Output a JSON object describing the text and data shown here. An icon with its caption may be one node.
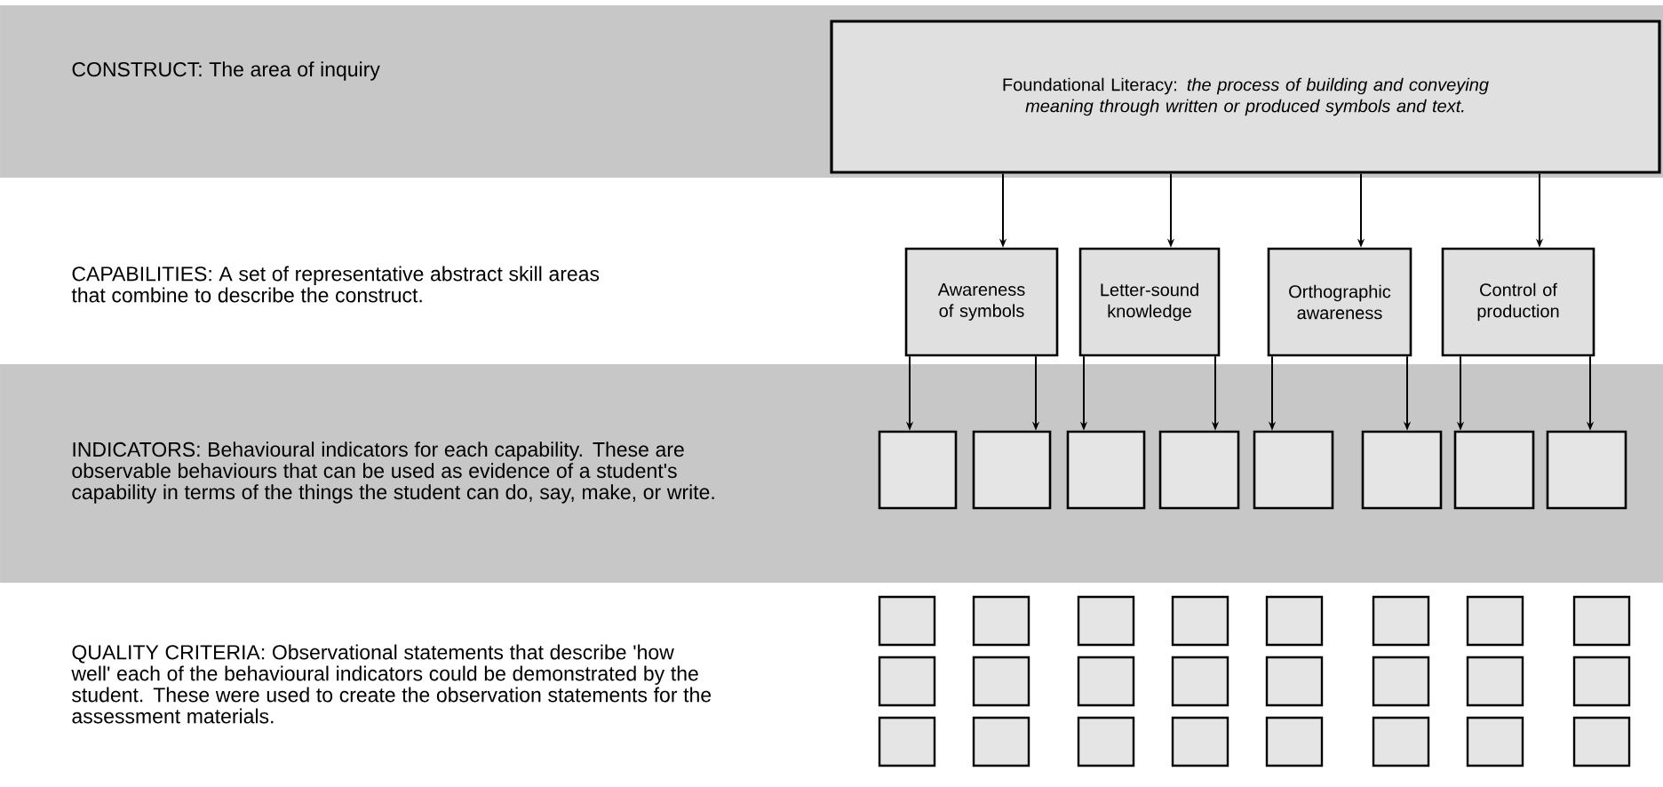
{
  "diagram": {
    "nodes": [
      {
        "text": [
          "Foundational Literacy: *the process of building and conveying meaning through written or produced symbols and text.*"
        ]
      },
      {
        "text": [
          "Awareness of symbols"
        ]
      },
      {
        "text": [
          "Letter-sound knowledge"
        ]
      },
      {
        "text": [
          "Orthographic awareness"
        ]
      },
      {
        "text": [
          "Control of production"
        ]
      },
      {
        "text": [],
        "shape": "box"
      },
      {
        "text": [],
        "shape": "box"
      },
      {
        "text": [],
        "shape": "box"
      },
      {
        "text": [],
        "shape": "box"
      },
      {
        "text": [],
        "shape": "box"
      },
      {
        "text": [],
        "shape": "box"
      },
      {
        "text": [],
        "shape": "box"
      },
      {
        "text": [],
        "shape": "box"
      },
      {
        "text": [],
        "shape": "box"
      },
      {
        "text": [],
        "shape": "box"
      },
      {
        "text": [],
        "shape": "box"
      },
      {
        "text": [],
        "shape": "box"
      },
      {
        "text": [],
        "shape": "box"
      },
      {
        "text": [],
        "shape": "box"
      },
      {
        "text": [],
        "shape": "box"
      },
      {
        "text": [],
        "shape": "box"
      },
      {
        "text": [],
        "shape": "box"
      },
      {
        "text": [],
        "shape": "box"
      },
      {
        "text": [],
        "shape": "box"
      },
      {
        "text": [],
        "shape": "box"
      },
      {
        "text": [],
        "shape": "box"
      },
      {
        "text": [],
        "shape": "box"
      },
      {
        "text": [],
        "shape": "box"
      },
      {
        "text": [],
        "shape": "box"
      },
      {
        "text": [],
        "shape": "box"
      },
      {
        "text": [],
        "shape": "box"
      },
      {
        "text": [],
        "shape": "box"
      },
      {
        "text": [],
        "shape": "box"
      },
      {
        "text": [],
        "shape": "box"
      },
      {
        "text": [],
        "shape": "box"
      },
      {
        "text": [],
        "shape": "box"
      },
      {
        "text": [],
        "shape": "box"
      }
    ],
    "edges": [
      {
        "from": 0,
        "to": 1,
        "arrow": "to"
      },
      {
        "from": 0,
        "to": 2,
        "arrow": "to"
      },
      {
        "from": 0,
        "to": 3,
        "arrow": "to"
      },
      {
        "from": 0,
        "to": 4,
        "arrow": "to"
      },
      {
        "from": 1,
        "to": 5,
        "arrow": "to"
      },
      {
        "from": 1,
        "to": 6,
        "arrow": "to"
      },
      {
        "from": 2,
        "to": 7,
        "arrow": "to"
      },
      {
        "from": 2,
        "to": 8,
        "arrow": "to"
      },
      {
        "from": 3,
        "to": 9,
        "arrow": "to"
      },
      {
        "from": 3,
        "to": 10,
        "arrow": "to"
      },
      {
        "from": 4,
        "to": 11,
        "arrow": "to"
      },
      {
        "from": 4,
        "to": 12,
        "arrow": "to"
      }
    ],
    "labels": [
      "CONSTRUCT: The area of inquiry",
      "CAPABILITIES: A set of representative abstract skill areas that combine to describe the construct.",
      "INDICATORS: Behavioural indicators for each capability. These are observable behaviours that can be used as evidence of a student's capability in terms of the things the student can do, say, make, or write.",
      "QUALITY CRITERIA: Observational statements that describe 'how well' each of the behavioural indicators could be demonstrated by the student. These were used to create the observation statements for the assessment materials."
    ]
  }
}
